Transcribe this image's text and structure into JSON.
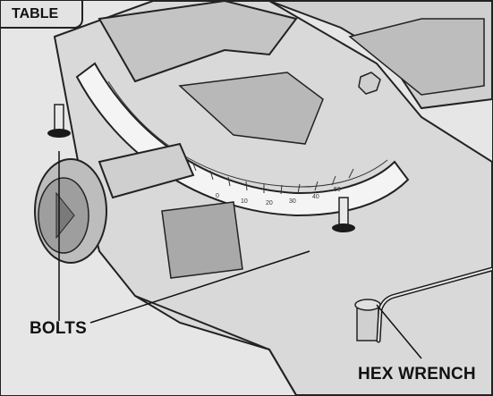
{
  "labels": {
    "table": "TABLE",
    "bolts": "BOLTS",
    "hex_wrench": "HEX WRENCH"
  },
  "scale_ticks": [
    "0",
    "10",
    "20",
    "30",
    "40",
    "50"
  ],
  "colors": {
    "background": "#e9e9e9",
    "outline": "#222222",
    "metal_light": "#d4d4d4",
    "metal_dark": "#8a8a8a"
  }
}
